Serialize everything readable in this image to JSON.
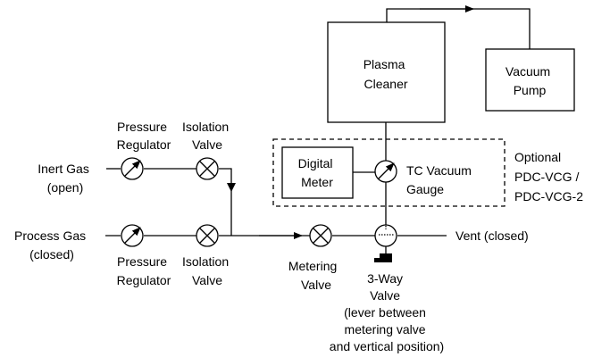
{
  "labels": {
    "plasma_cleaner": [
      "Plasma",
      "Cleaner"
    ],
    "vacuum_pump": [
      "Vacuum",
      "Pump"
    ],
    "digital_meter": [
      "Digital",
      "Meter"
    ],
    "tc_gauge": [
      "TC Vacuum",
      "Gauge"
    ],
    "optional": [
      "Optional",
      "PDC-VCG /",
      "PDC-VCG-2"
    ],
    "inert_gas": [
      "Inert Gas",
      "(open)"
    ],
    "process_gas": [
      "Process Gas",
      "(closed)"
    ],
    "pressure_regulator_top": [
      "Pressure",
      "Regulator"
    ],
    "isolation_valve_top": [
      "Isolation",
      "Valve"
    ],
    "pressure_regulator_bottom": [
      "Pressure",
      "Regulator"
    ],
    "isolation_valve_bottom": [
      "Isolation",
      "Valve"
    ],
    "metering_valve": [
      "Metering",
      "Valve"
    ],
    "vent": [
      "Vent (closed)"
    ],
    "three_way_valve": [
      "3-Way",
      "Valve",
      "(lever between",
      "metering valve",
      "and vertical position)"
    ]
  }
}
